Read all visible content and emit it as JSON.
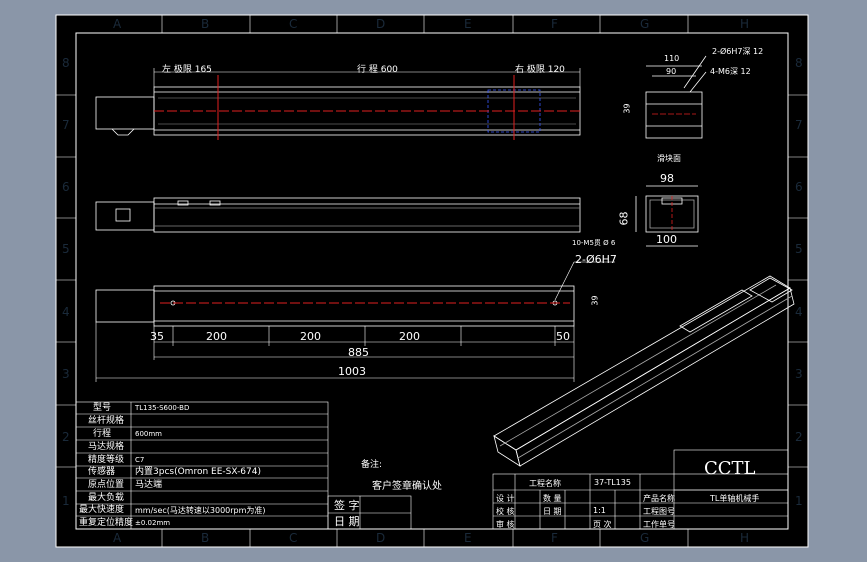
{
  "zones": {
    "cols": [
      "A",
      "B",
      "C",
      "D",
      "E",
      "F",
      "G",
      "H"
    ],
    "rows": [
      "8",
      "7",
      "6",
      "5",
      "4",
      "3",
      "2",
      "1"
    ]
  },
  "top_view": {
    "left_margin": "左 极限 165",
    "stroke": "行 程 600",
    "right_margin": "右 极限 120"
  },
  "front_view": {
    "dims": [
      "35",
      "200",
      "200",
      "200",
      "50",
      "885",
      "1003"
    ],
    "hole_note": "2-Ø6H7",
    "height": "39"
  },
  "end_view": {
    "dims": [
      "110",
      "90",
      "39",
      "98",
      "68",
      "100"
    ],
    "notes": [
      "2-Ø6H7深 12",
      "4-M6深 12",
      "10-M5贯 Ø 6"
    ],
    "slider_label": "滑块面"
  },
  "spec_table": {
    "rows": [
      {
        "label": "型号",
        "value": "TL135-S600-BD"
      },
      {
        "label": "丝杆规格",
        "value": ""
      },
      {
        "label": "行程",
        "value": "600mm"
      },
      {
        "label": "马达规格",
        "value": ""
      },
      {
        "label": "精度等级",
        "value": "C7"
      },
      {
        "label": "传感器",
        "value": "内置3pcs(Omron EE-SX-674)"
      },
      {
        "label": "原点位置",
        "value": "马达端"
      },
      {
        "label": "最大负载",
        "value": ""
      },
      {
        "label": "最大快速度",
        "value": "mm/sec(马达转速以3000rpm为准)"
      },
      {
        "label": "重复定位精度",
        "value": "±0.02mm"
      }
    ]
  },
  "notes": {
    "label": "备注:",
    "customer_confirm": "客户签章确认处"
  },
  "signoff": {
    "sign": "签 字",
    "date": "日 期"
  },
  "title_block": {
    "brand": "CCTL",
    "project_label": "工程名称",
    "project_value": "37-TL135",
    "cells": [
      "设 计",
      "数 量",
      "产品名称",
      "TL单轴机械手",
      "校 核",
      "日 期",
      "1:1",
      "工程图号",
      "审 核",
      "页 次",
      "工作单号"
    ]
  }
}
